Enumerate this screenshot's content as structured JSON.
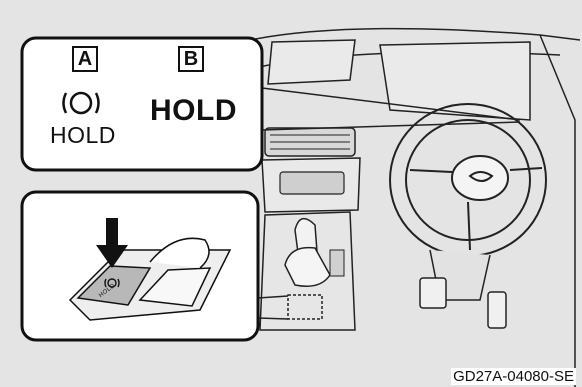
{
  "inset_a": {
    "letter": "A",
    "hold_text": "HOLD"
  },
  "inset_b": {
    "letter": "B",
    "hold_text": "HOLD"
  },
  "switch": {
    "label": "HOLD"
  },
  "figure_code": "GD27A-04080-SE",
  "icons": {
    "a_indicator": "auto-hold-brake-icon",
    "switch_icon": "auto-hold-brake-icon",
    "press_arrow": "arrow-down-icon"
  },
  "colors": {
    "background": "#e4e4e4",
    "line": "#111111",
    "panel": "#ffffff"
  }
}
